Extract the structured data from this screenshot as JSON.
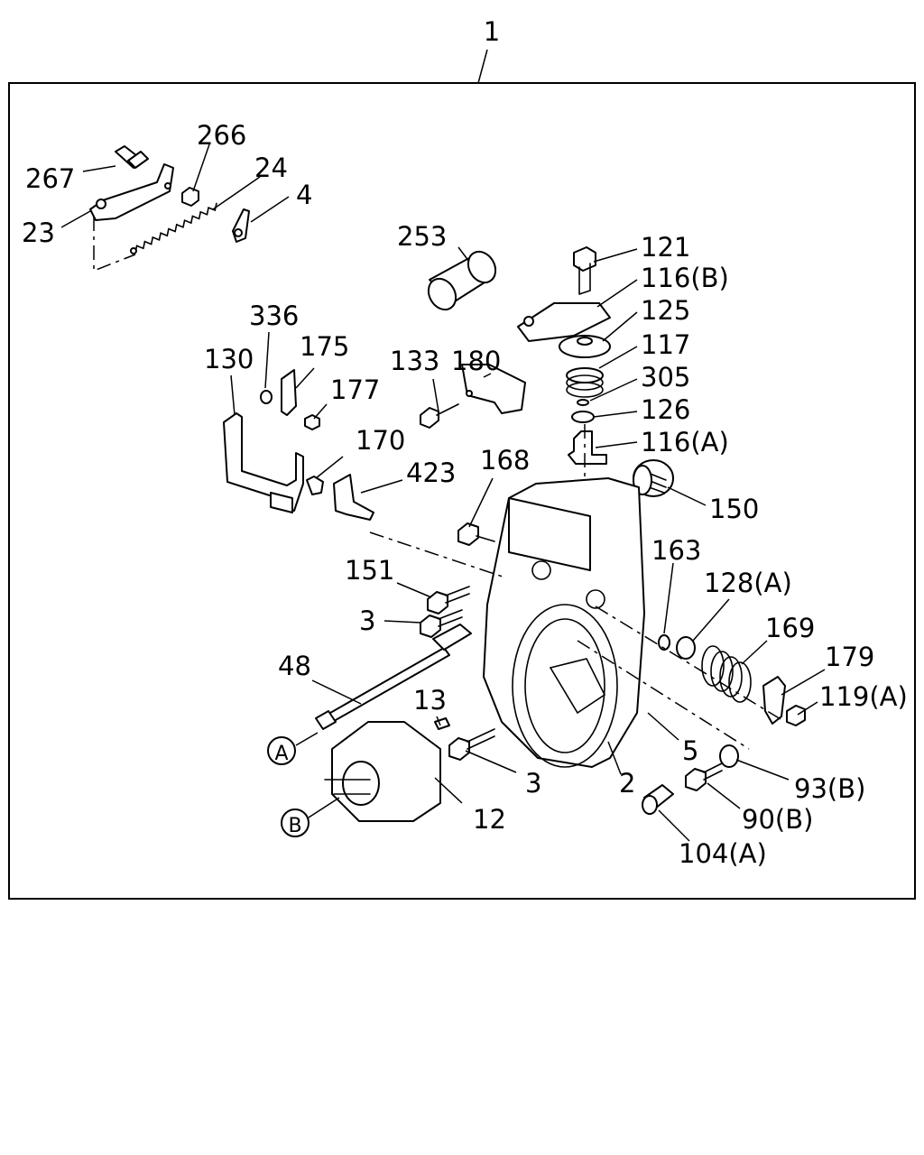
{
  "assembly_number": "1",
  "labels": {
    "p267": "267",
    "p266": "266",
    "p24": "24",
    "p4": "4",
    "p23": "23",
    "p253": "253",
    "p121": "121",
    "p116b": "116(B)",
    "p125": "125",
    "p117": "117",
    "p305": "305",
    "p126": "126",
    "p116a": "116(A)",
    "p150": "150",
    "p336": "336",
    "p175": "175",
    "p130": "130",
    "p177": "177",
    "p133": "133",
    "p180": "180",
    "p170": "170",
    "p423": "423",
    "p168": "168",
    "p163": "163",
    "p128a": "128(A)",
    "p151": "151",
    "p169": "169",
    "p3a": "3",
    "p179": "179",
    "p119a": "119(A)",
    "p48": "48",
    "p13": "13",
    "p5": "5",
    "p3b": "3",
    "p2": "2",
    "p93b": "93(B)",
    "p12": "12",
    "p90b": "90(B)",
    "p104a": "104(A)"
  },
  "markers": {
    "a": "A",
    "b": "B"
  }
}
